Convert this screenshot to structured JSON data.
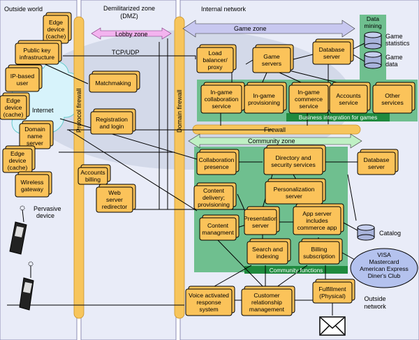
{
  "regions": {
    "outside_world": "Outside world",
    "dmz_line1": "Demilitarized zone",
    "dmz_line2": "(DMZ)",
    "internal": "Internal network",
    "outside_network_line1": "Outside",
    "outside_network_line2": "network"
  },
  "zones": {
    "lobby": "Lobby zone",
    "game": "Game zone",
    "community": "Community zone",
    "tcp_udp": "TCP/UDP",
    "internet": "Internet"
  },
  "walls": {
    "protocol_firewall": "Protocol firewall",
    "domain_firewall": "Domain firewall",
    "firewall": "Firewall"
  },
  "bands": {
    "business": "Business integration for games",
    "community": "Community functions",
    "data_mining_line1": "Data",
    "data_mining_line2": "mining"
  },
  "outside_boxes": [
    [
      "Edge",
      "device",
      "(cache)"
    ],
    [
      "Public key",
      "infrastructure"
    ],
    [
      "IP-based",
      "user"
    ],
    [
      "Edge",
      "device",
      "(cache)"
    ],
    [
      "Domain",
      "name",
      "server"
    ],
    [
      "Edge",
      "device",
      "(cache)"
    ],
    [
      "Wireless",
      "gateway"
    ]
  ],
  "dmz_boxes": [
    [
      "Matchmaking"
    ],
    [
      "Registration",
      "and login"
    ],
    [
      "Accounts",
      "billing"
    ],
    [
      "Web",
      "server",
      "redirector"
    ]
  ],
  "game_boxes": [
    [
      "Load",
      "balancer/",
      "proxy"
    ],
    [
      "Game",
      "servers"
    ],
    [
      "Database",
      "server"
    ]
  ],
  "business_boxes": [
    [
      "In-game",
      "collaboration",
      "service"
    ],
    [
      "In-game",
      "provisioning"
    ],
    [
      "In-game",
      "commerce",
      "service"
    ],
    [
      "Accounts",
      "service"
    ],
    [
      "Other",
      "services"
    ]
  ],
  "community_boxes": [
    [
      "Collaboration",
      "presence"
    ],
    [
      "Directory and",
      "security services"
    ],
    [
      "Database",
      "server"
    ],
    [
      "Content",
      "delivery;",
      "provisioning"
    ],
    [
      "Personalization",
      "server"
    ],
    [
      "Content",
      "managment"
    ],
    [
      "Presentation",
      "server"
    ],
    [
      "App server",
      "includes",
      "commerce app"
    ],
    [
      "Search and",
      "indexing"
    ],
    [
      "Billing",
      "subscription"
    ]
  ],
  "bottom_boxes": [
    [
      "Fulfillment",
      "(Physical)"
    ],
    [
      "Voice activated",
      "response",
      "system"
    ],
    [
      "Customer",
      "relationship",
      "management"
    ]
  ],
  "storage": {
    "game_statistics": [
      "Game",
      "statistics"
    ],
    "game_data": [
      "Game",
      "data"
    ],
    "catalog": "Catalog"
  },
  "devices": {
    "pervasive": [
      "Pervasive",
      "device"
    ]
  },
  "payment": [
    "VISA",
    "Mastercard",
    "American Express",
    "Diner's Club"
  ],
  "colors": {
    "box_fill": "#fbc35a",
    "band_green": "#6fbf8f",
    "band_dark": "#1f8a3e",
    "wall": "#f7c55c",
    "lobby_arrow": "#f3b3ef",
    "game_arrow": "#c8c8f0",
    "community_arrow": "#bff0c4",
    "internet_cloud": "#d7f3fb",
    "payment_ellipse": "#b4c2ee"
  }
}
